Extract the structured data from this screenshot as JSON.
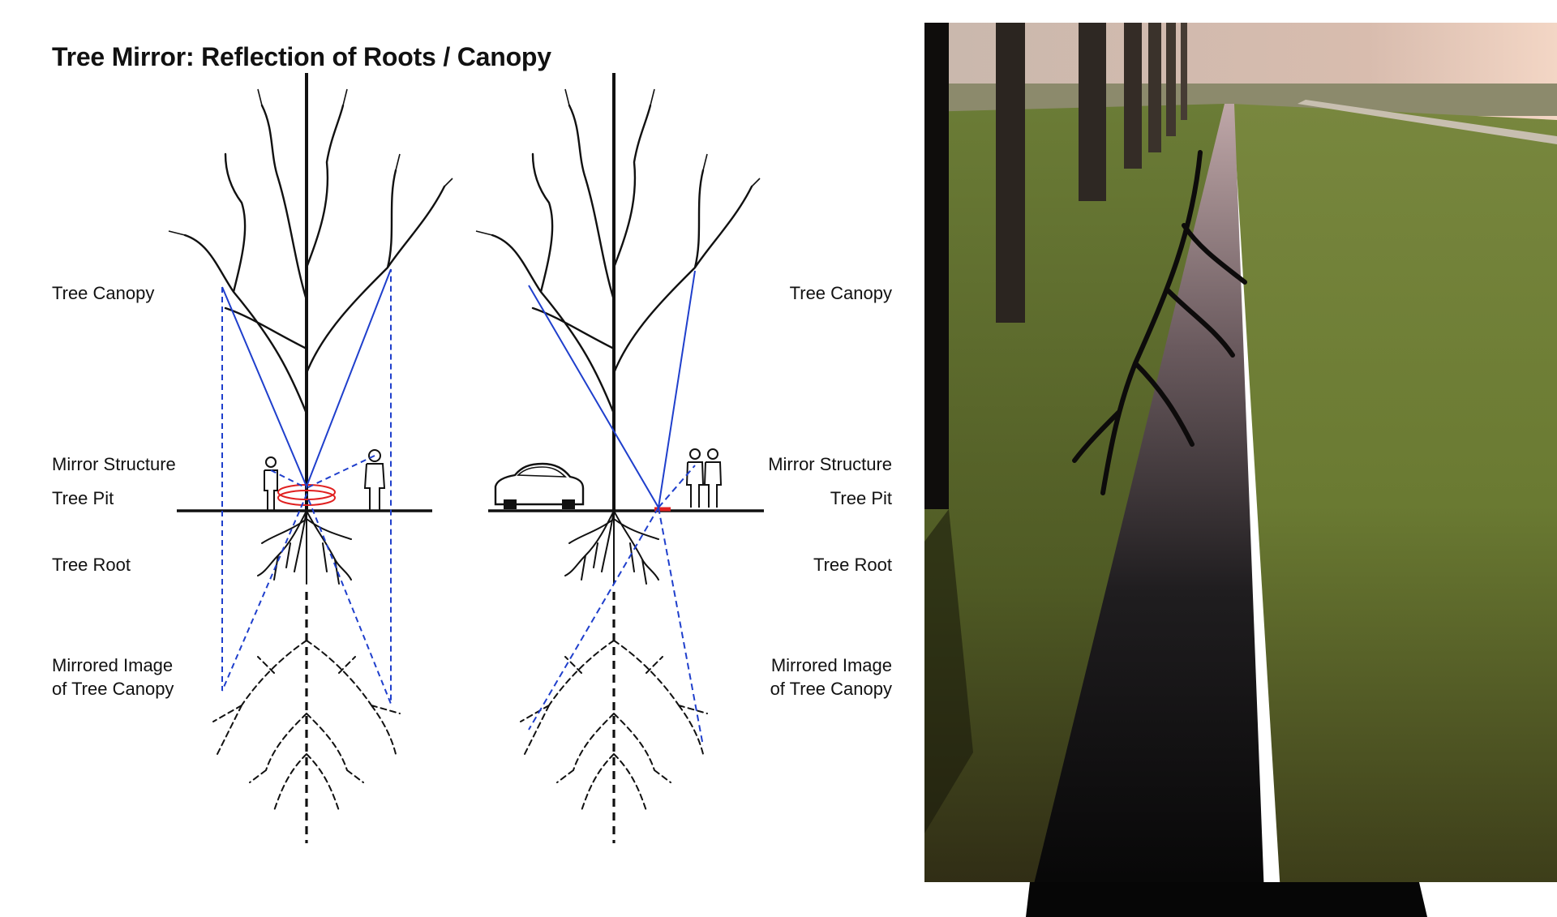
{
  "title": "Tree Mirror: Reflection of Roots / Canopy",
  "labels_left": {
    "canopy": "Tree Canopy",
    "mirror": "Mirror Structure",
    "pit": "Tree Pit",
    "root": "Tree Root",
    "mirrored_1": "Mirrored Image",
    "mirrored_2": "of Tree Canopy"
  },
  "labels_right": {
    "canopy": "Tree Canopy",
    "mirror": "Mirror Structure",
    "pit": "Tree Pit",
    "root": "Tree Root",
    "mirrored_1": "Mirrored Image",
    "mirrored_2": "of Tree Canopy"
  },
  "colors": {
    "sight_line": "#1f3fcc",
    "mirror": "#e02020",
    "ink": "#111111",
    "grass": "#6f7d34",
    "sky": "#d9c3b5",
    "water": "#2a2424"
  }
}
